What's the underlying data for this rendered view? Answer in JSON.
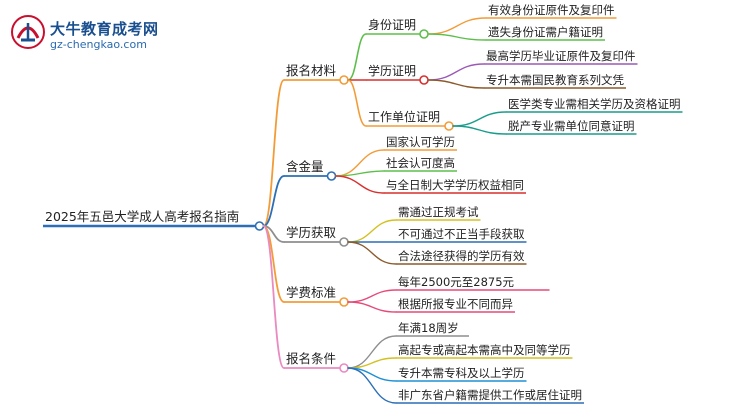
{
  "logo": {
    "title": "大牛教育成考网",
    "url": "gz-chengkao.com"
  },
  "mindmap": {
    "root": "2025年五邑大学成人高考报名指南",
    "branches": [
      {
        "label": "报名材料",
        "color": "#f29c38",
        "children": [
          {
            "label": "身份证明",
            "color": "#5cbf4a",
            "children": [
              {
                "label": "有效身份证原件及复印件",
                "color": "#f29c38"
              },
              {
                "label": "遗失身份证需户籍证明",
                "color": "#5cbf4a"
              }
            ]
          },
          {
            "label": "学历证明",
            "color": "#d92f2f",
            "children": [
              {
                "label": "最高学历毕业证原件及复印件",
                "color": "#9b59b6"
              },
              {
                "label": "专升本需国民教育系列文凭",
                "color": "#8b5a2b"
              }
            ]
          },
          {
            "label": "工作单位证明",
            "color": "#f29c38",
            "children": [
              {
                "label": "医学类专业需相关学历及资格证明",
                "color": "#1a9c8c"
              },
              {
                "label": "脱产专业需单位同意证明",
                "color": "#1a9c8c"
              }
            ]
          }
        ]
      },
      {
        "label": "含金量",
        "color": "#2c6fb6",
        "children": [
          {
            "label": "国家认可学历",
            "color": "#f29c38"
          },
          {
            "label": "社会认可度高",
            "color": "#5cbf4a"
          },
          {
            "label": "与全日制大学学历权益相同",
            "color": "#d92f2f"
          }
        ]
      },
      {
        "label": "学历获取",
        "color": "#8e8e8e",
        "children": [
          {
            "label": "需通过正规考试",
            "color": "#d4c020"
          },
          {
            "label": "不可通过不正当手段获取",
            "color": "#2c6fb6"
          },
          {
            "label": "合法途径获得的学历有效",
            "color": "#8b5a2b"
          }
        ]
      },
      {
        "label": "学费标准",
        "color": "#f29c38",
        "children": [
          {
            "label": "每年2500元至2875元",
            "color": "#e64a7a"
          },
          {
            "label": "根据所报专业不同而异",
            "color": "#e64a7a"
          }
        ]
      },
      {
        "label": "报名条件",
        "color": "#e98ac0",
        "children": [
          {
            "label": "年满18周岁",
            "color": "#8e8e8e"
          },
          {
            "label": "高起专或高起本需高中及同等学历",
            "color": "#d4c020"
          },
          {
            "label": "专升本需专科及以上学历",
            "color": "#1e90d6"
          },
          {
            "label": "非广东省户籍需提供工作或居住证明",
            "color": "#2c6fb6"
          }
        ]
      }
    ]
  }
}
